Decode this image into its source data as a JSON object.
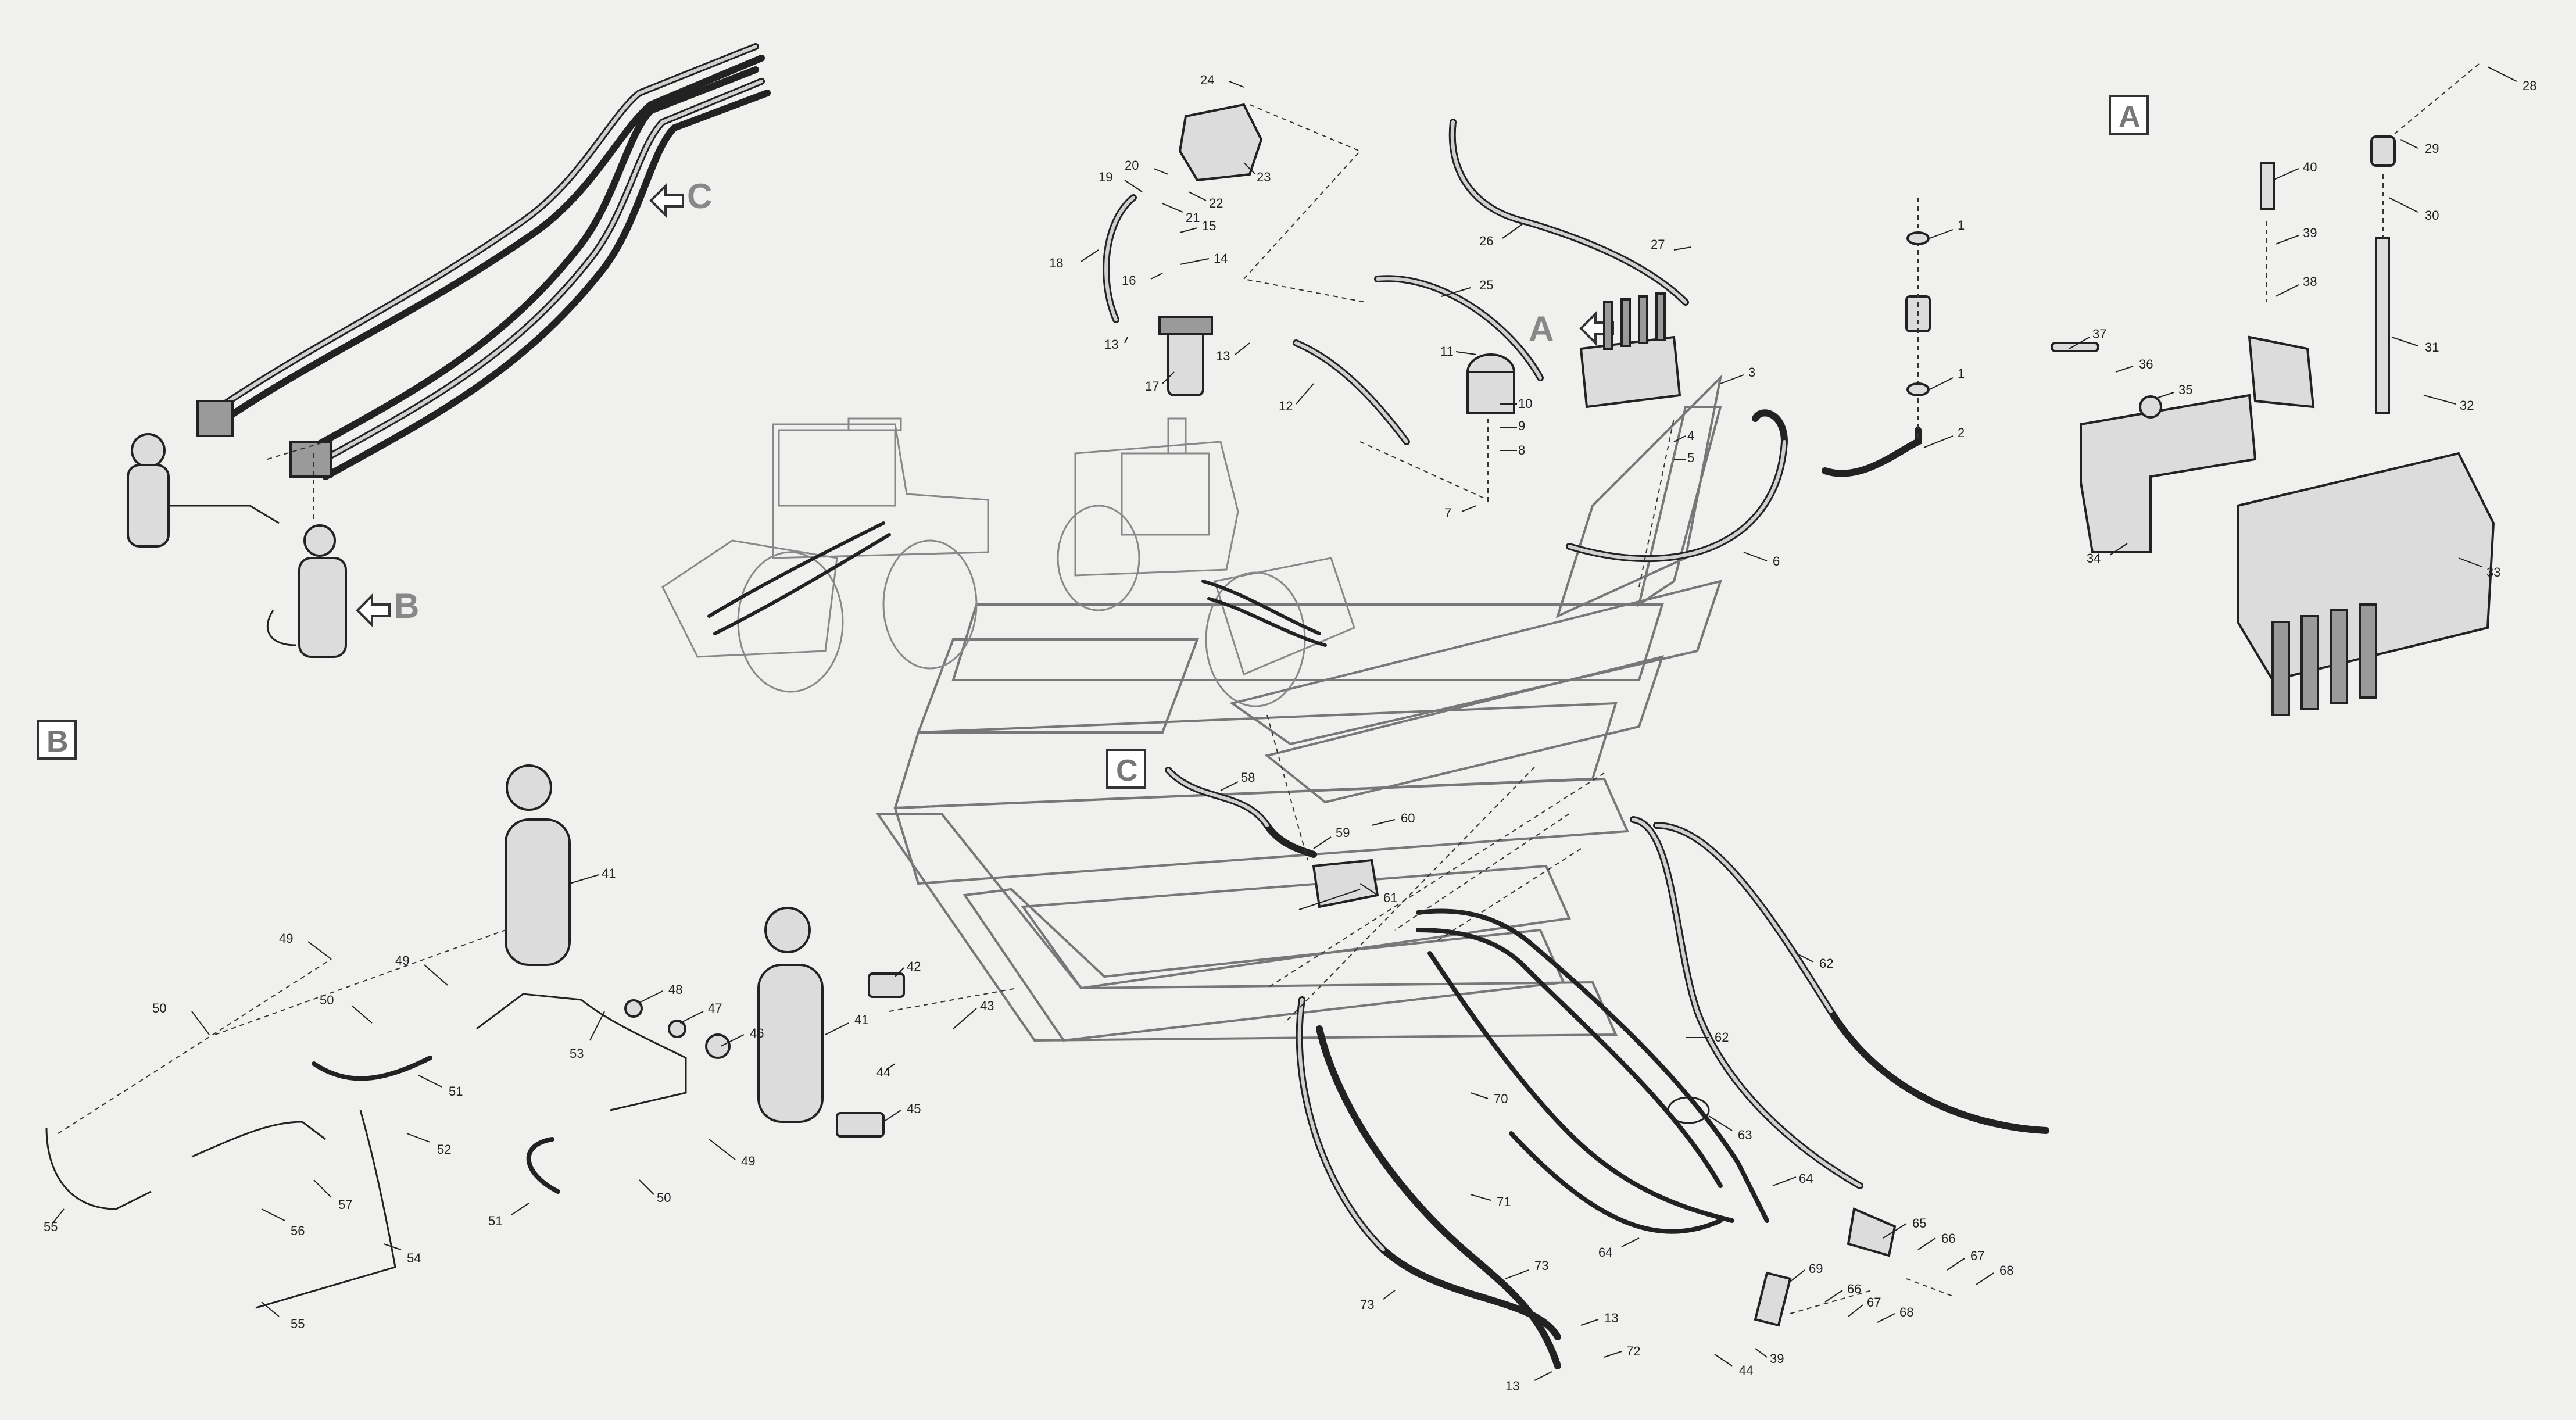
{
  "callouts": {
    "A": "A",
    "B": "B",
    "C": "C"
  },
  "pointers": {
    "A": "A",
    "B": "B",
    "C": "C"
  },
  "labels": [
    "1",
    "1",
    "2",
    "3",
    "4",
    "5",
    "6",
    "7",
    "8",
    "9",
    "10",
    "11",
    "12",
    "13",
    "13",
    "14",
    "15",
    "16",
    "17",
    "18",
    "19",
    "20",
    "21",
    "22",
    "23",
    "24",
    "25",
    "26",
    "27",
    "28",
    "29",
    "30",
    "31",
    "32",
    "33",
    "34",
    "35",
    "36",
    "37",
    "38",
    "39",
    "40",
    "41",
    "41",
    "42",
    "43",
    "44",
    "45",
    "46",
    "47",
    "48",
    "49",
    "49",
    "49",
    "50",
    "50",
    "50",
    "51",
    "51",
    "52",
    "53",
    "54",
    "55",
    "55",
    "56",
    "57",
    "58",
    "59",
    "60",
    "61",
    "62",
    "62",
    "63",
    "64",
    "64",
    "65",
    "66",
    "66",
    "67",
    "67",
    "68",
    "68",
    "69",
    "70",
    "71",
    "72",
    "73",
    "73",
    "13",
    "13",
    "39",
    "44"
  ]
}
